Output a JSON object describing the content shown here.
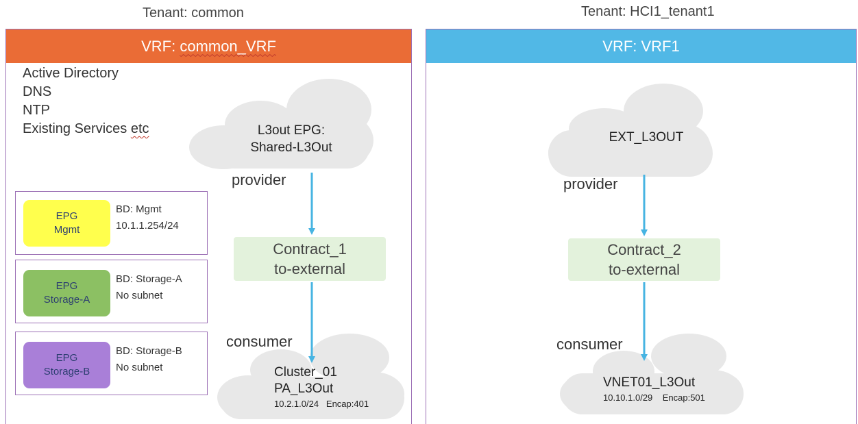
{
  "colors": {
    "left_vrf": "#ea6c36",
    "right_vrf": "#51b8e6",
    "cloud": "#e8e8e8",
    "arrow": "#47b4e2",
    "contract_bg": "#e3f2dc",
    "panel_border": "#9b6fb5",
    "epg_mgmt": "#ffff4d",
    "epg_storage_a": "#8cc063",
    "epg_storage_b": "#a97fd8"
  },
  "left": {
    "tenant_label": "Tenant: common",
    "vrf_prefix": "VRF: ",
    "vrf_name": "common_VRF",
    "services": [
      "Active Directory",
      "DNS",
      "NTP"
    ],
    "services_last_prefix": "Existing Services ",
    "services_last_suffix": "etc",
    "l3out_line1": "L3out EPG:",
    "l3out_line2": "Shared-L3Out",
    "provider": "provider",
    "contract_line1": "Contract_1",
    "contract_line2": "to-external",
    "consumer": "consumer",
    "cluster_line1": "Cluster_01",
    "cluster_line2": "PA_L3Out",
    "cluster_line3": "10.2.1.0/24   Encap:401",
    "epgs": [
      {
        "line1": "EPG",
        "line2": "Mgmt",
        "bd": "BD: Mgmt",
        "subnet": "10.1.1.254/24"
      },
      {
        "line1": "EPG",
        "line2": "Storage-A",
        "bd": "BD: Storage-A",
        "subnet": "No subnet"
      },
      {
        "line1": "EPG",
        "line2": "Storage-B",
        "bd": "BD: Storage-B",
        "subnet": "No subnet"
      }
    ]
  },
  "right": {
    "tenant_label": "Tenant: HCI1_tenant1",
    "vrf_label": "VRF: VRF1",
    "ext_label": "EXT_L3OUT",
    "provider": "provider",
    "contract_line1": "Contract_2",
    "contract_line2": "to-external",
    "consumer": "consumer",
    "vnet_line1": "VNET01_L3Out",
    "vnet_line2": "10.10.1.0/29    Encap:501"
  }
}
